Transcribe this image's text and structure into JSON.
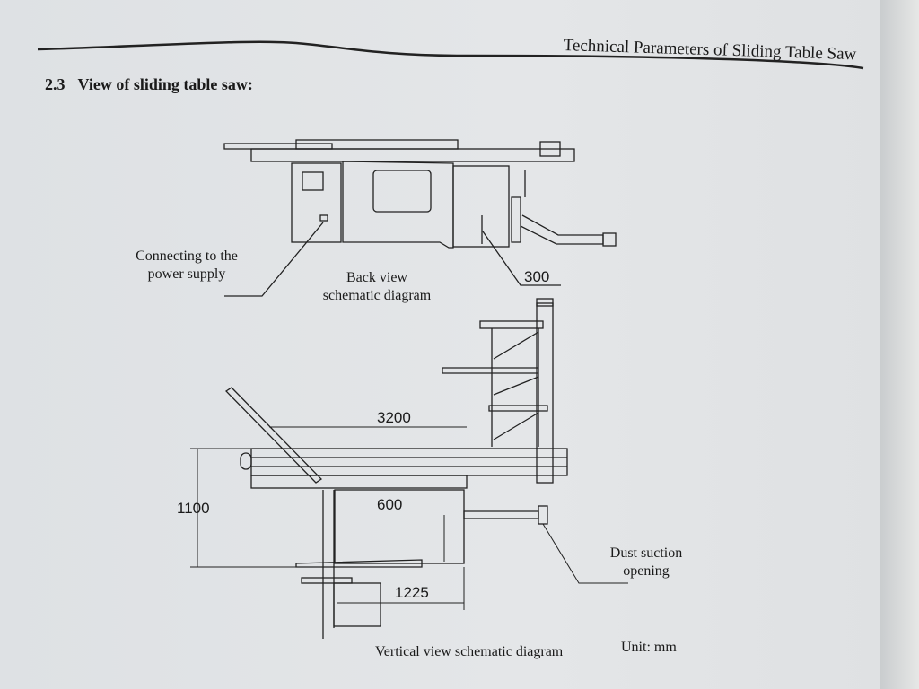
{
  "header": {
    "running_title": "Technical Parameters of Sliding Table Saw"
  },
  "section": {
    "number": "2.3",
    "title": "View of sliding table saw:"
  },
  "back_view": {
    "caption_line1": "Back view",
    "caption_line2": "schematic diagram",
    "callout_power_line1": "Connecting to the",
    "callout_power_line2": "power supply",
    "dim_height": "300"
  },
  "top_view": {
    "caption": "Vertical view schematic diagram",
    "dim_length": "3200",
    "dim_width": "1100",
    "dim_600": "600",
    "dim_1225": "1225",
    "callout_dust_line1": "Dust suction",
    "callout_dust_line2": "opening",
    "unit": "Unit: mm"
  }
}
